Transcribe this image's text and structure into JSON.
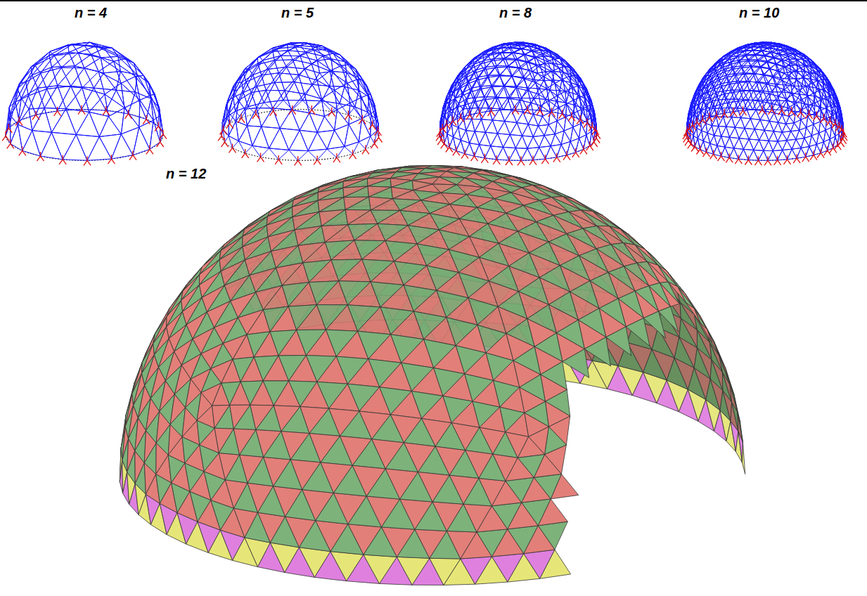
{
  "diagram": {
    "labels": [
      "n = 4",
      "n = 5",
      "n = 8",
      "n = 10",
      "n = 12"
    ]
  }
}
